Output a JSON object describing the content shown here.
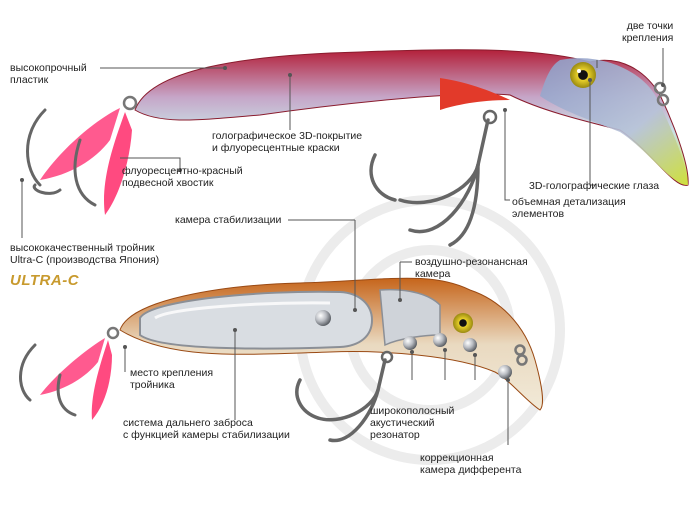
{
  "labels": {
    "attach_points": [
      "две точки",
      "крепления"
    ],
    "plastic": [
      "высокопрочный",
      "пластик"
    ],
    "holo_coating": [
      "голографическое 3D-покрытие",
      "и флуоресцентные краски"
    ],
    "tail": [
      "флуоресцентно-красный",
      "подвесной хвостик"
    ],
    "eyes": [
      "3D-голографические глаза"
    ],
    "detail": [
      "объемная детализация",
      "элементов"
    ],
    "hook": [
      "высококачественный тройник",
      "Ultra-C (производства Япония)"
    ],
    "stab_chamber": [
      "камера стабилизации"
    ],
    "air_chamber": [
      "воздушно-резонансная",
      "камера"
    ],
    "hook_mount": [
      "место крепления",
      "тройника"
    ],
    "casting": [
      "система дальнего заброса",
      "с функцией камеры стабилизации"
    ],
    "resonator": [
      "широкополосный",
      "акустический",
      "резонатор"
    ],
    "trim": [
      "коррекционная",
      "камера дифферента"
    ]
  },
  "logo": {
    "text": "ULTRA-C"
  },
  "colors": {
    "line": "#555555",
    "tail": "#ff4f86",
    "body_top": "#c2263d",
    "body_belly": "#d6e64a",
    "logo": "#c89a2e"
  }
}
